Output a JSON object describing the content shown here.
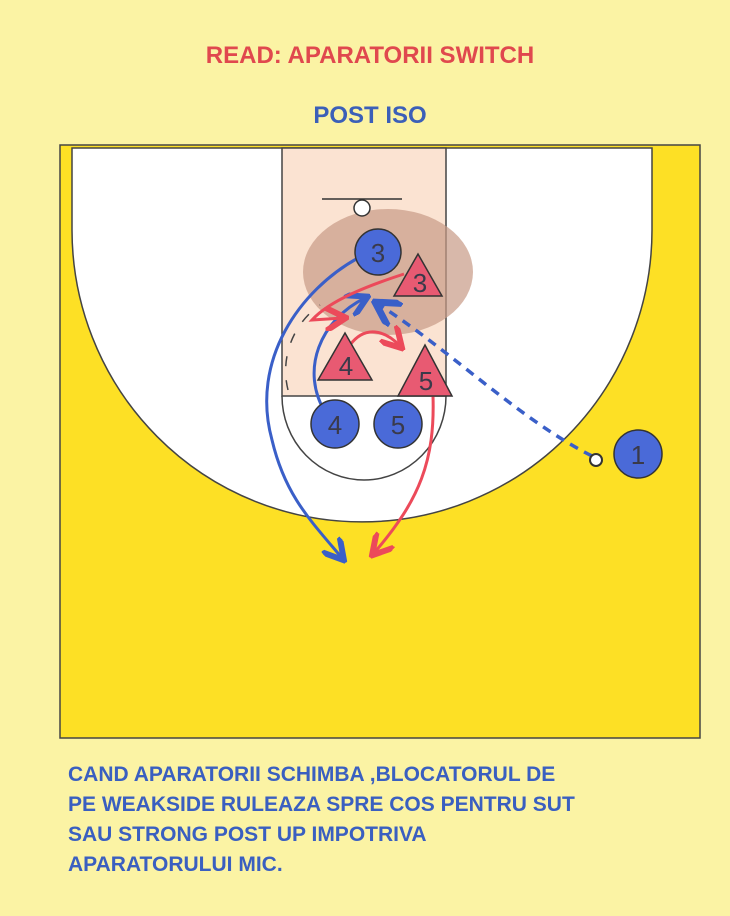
{
  "header": {
    "title": "READ: APARATORII SWITCH",
    "subtitle": "POST ISO"
  },
  "players": {
    "offense": [
      {
        "label": "3"
      },
      {
        "label": "4"
      },
      {
        "label": "5"
      },
      {
        "label": "1"
      }
    ],
    "defense": [
      {
        "label": "3"
      },
      {
        "label": "4"
      },
      {
        "label": "5"
      }
    ]
  },
  "description": {
    "lines": [
      "CAND APARATORII SCHIMBA ,BLOCATORUL DE",
      "PE WEAKSIDE RULEAZA SPRE COS PENTRU SUT",
      "SAU STRONG POST UP IMPOTRIVA",
      "APARATORULUI MIC."
    ]
  },
  "colors": {
    "offense": "#4a6ad8",
    "defense": "#e8546a",
    "court": "#fde025",
    "background": "#fbf3a4"
  }
}
